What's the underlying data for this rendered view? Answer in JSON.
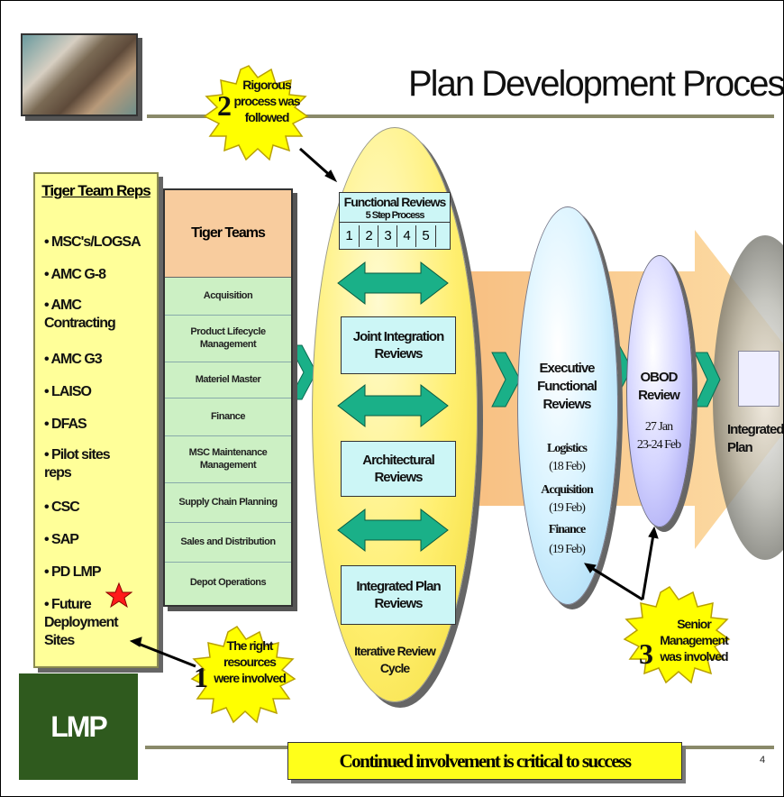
{
  "slide": {
    "title": "Plan Development Process",
    "page_number": "4",
    "logo_text": "LMP",
    "banner": "Continued involvement is critical to success"
  },
  "reps": {
    "title": "Tiger Team Reps",
    "items": [
      "• MSC's/LOGSA",
      "• AMC G-8",
      "• AMC Contracting",
      "• AMC G3",
      "• LAISO",
      "• DFAS",
      "• Pilot sites reps",
      "• CSC",
      "• SAP",
      "• PD LMP",
      "• Future Deployment Sites"
    ]
  },
  "teams": {
    "header": "Tiger Teams",
    "items": [
      "Acquisition",
      "Product Lifecycle Management",
      "Materiel Master",
      "Finance",
      "MSC Maintenance Management",
      "Supply Chain Planning",
      "Sales and Distribution",
      "Depot Operations"
    ]
  },
  "cycle": {
    "functional_title": "Functional Reviews",
    "functional_sub": "5 Step Process",
    "steps": [
      "1",
      "2",
      "3",
      "4",
      "5"
    ],
    "joint": "Joint Integration Reviews",
    "architectural": "Architectural Reviews",
    "integrated": "Integrated Plan Reviews",
    "label": "Iterative Review Cycle"
  },
  "executive": {
    "title": "Executive Functional Reviews",
    "logistics": "Logistics",
    "logistics_date": "(18 Feb)",
    "acquisition": "Acquisition",
    "acquisition_date": "(19 Feb)",
    "finance": "Finance",
    "finance_date": "(19 Feb)"
  },
  "obod": {
    "title": "OBOD Review",
    "date1": "27 Jan",
    "date2": "23-24 Feb"
  },
  "final": {
    "label": "Integrated Plan"
  },
  "callouts": [
    {
      "number": "2",
      "text": "Rigorous process was followed"
    },
    {
      "number": "1",
      "text": "The right resources were involved"
    },
    {
      "number": "3",
      "text": "Senior Management was involved"
    }
  ],
  "colors": {
    "burst": "#ffff00",
    "arrow_green": "#1ab088",
    "orange_arrow": "#f8b860",
    "star": "#ff1a1a",
    "logo": "#2f5a1e"
  }
}
